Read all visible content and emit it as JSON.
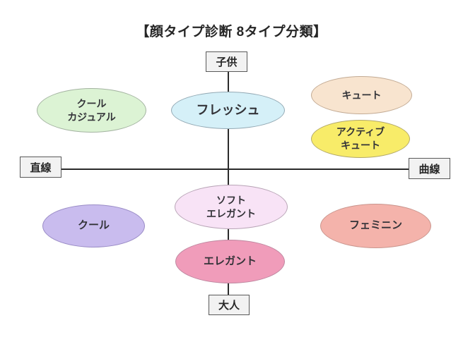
{
  "title": "【顔タイプ診断 8タイプ分類】",
  "axis_labels": {
    "top": "子供",
    "bottom": "大人",
    "left": "直線",
    "right": "曲線"
  },
  "colors": {
    "background": "#ffffff",
    "axis_line": "#2b2b2b",
    "label_box_bg": "#f2f2f2",
    "label_box_border": "#595959",
    "text": "#333338"
  },
  "types": [
    {
      "name": "cool-casual",
      "lines": [
        "クール",
        "カジュアル"
      ],
      "fill": "#dcf3d4",
      "border": "#a3b3a0"
    },
    {
      "name": "fresh",
      "lines": [
        "フレッシュ"
      ],
      "fill": "#d5f0f8",
      "border": "#93a9b4"
    },
    {
      "name": "cute",
      "lines": [
        "キュート"
      ],
      "fill": "#f8e4cf",
      "border": "#c3ab94"
    },
    {
      "name": "active-cute",
      "lines": [
        "アクティブ",
        "キュート"
      ],
      "fill": "#f8ec69",
      "border": "#b3a96a"
    },
    {
      "name": "soft-elegant",
      "lines": [
        "ソフト",
        "エレガント"
      ],
      "fill": "#f8e3f6",
      "border": "#b8a4b6"
    },
    {
      "name": "elegant",
      "lines": [
        "エレガント"
      ],
      "fill": "#f09cba",
      "border": "#bf87a0"
    },
    {
      "name": "cool",
      "lines": [
        "クール"
      ],
      "fill": "#c9bcee",
      "border": "#9a8cc6"
    },
    {
      "name": "feminine",
      "lines": [
        "フェミニン"
      ],
      "fill": "#f4b3ab",
      "border": "#c9958d"
    }
  ]
}
